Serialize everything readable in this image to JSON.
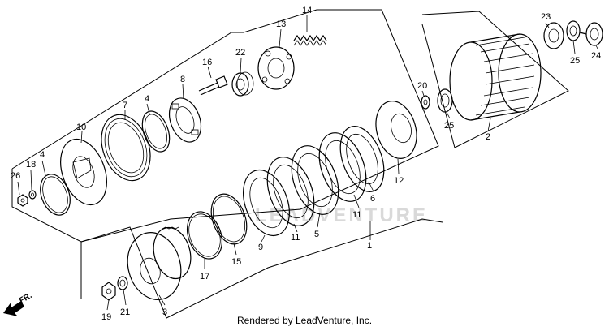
{
  "diagram": {
    "callouts": [
      "1",
      "2",
      "3",
      "4",
      "4",
      "5",
      "6",
      "7",
      "8",
      "9",
      "10",
      "11",
      "11",
      "12",
      "13",
      "14",
      "15",
      "16",
      "17",
      "18",
      "19",
      "20",
      "21",
      "22",
      "23",
      "24",
      "25",
      "25",
      "26"
    ],
    "direction_label": "FR.",
    "watermark": "LEADVENTURE",
    "footer": "Rendered by LeadVenture, Inc."
  }
}
